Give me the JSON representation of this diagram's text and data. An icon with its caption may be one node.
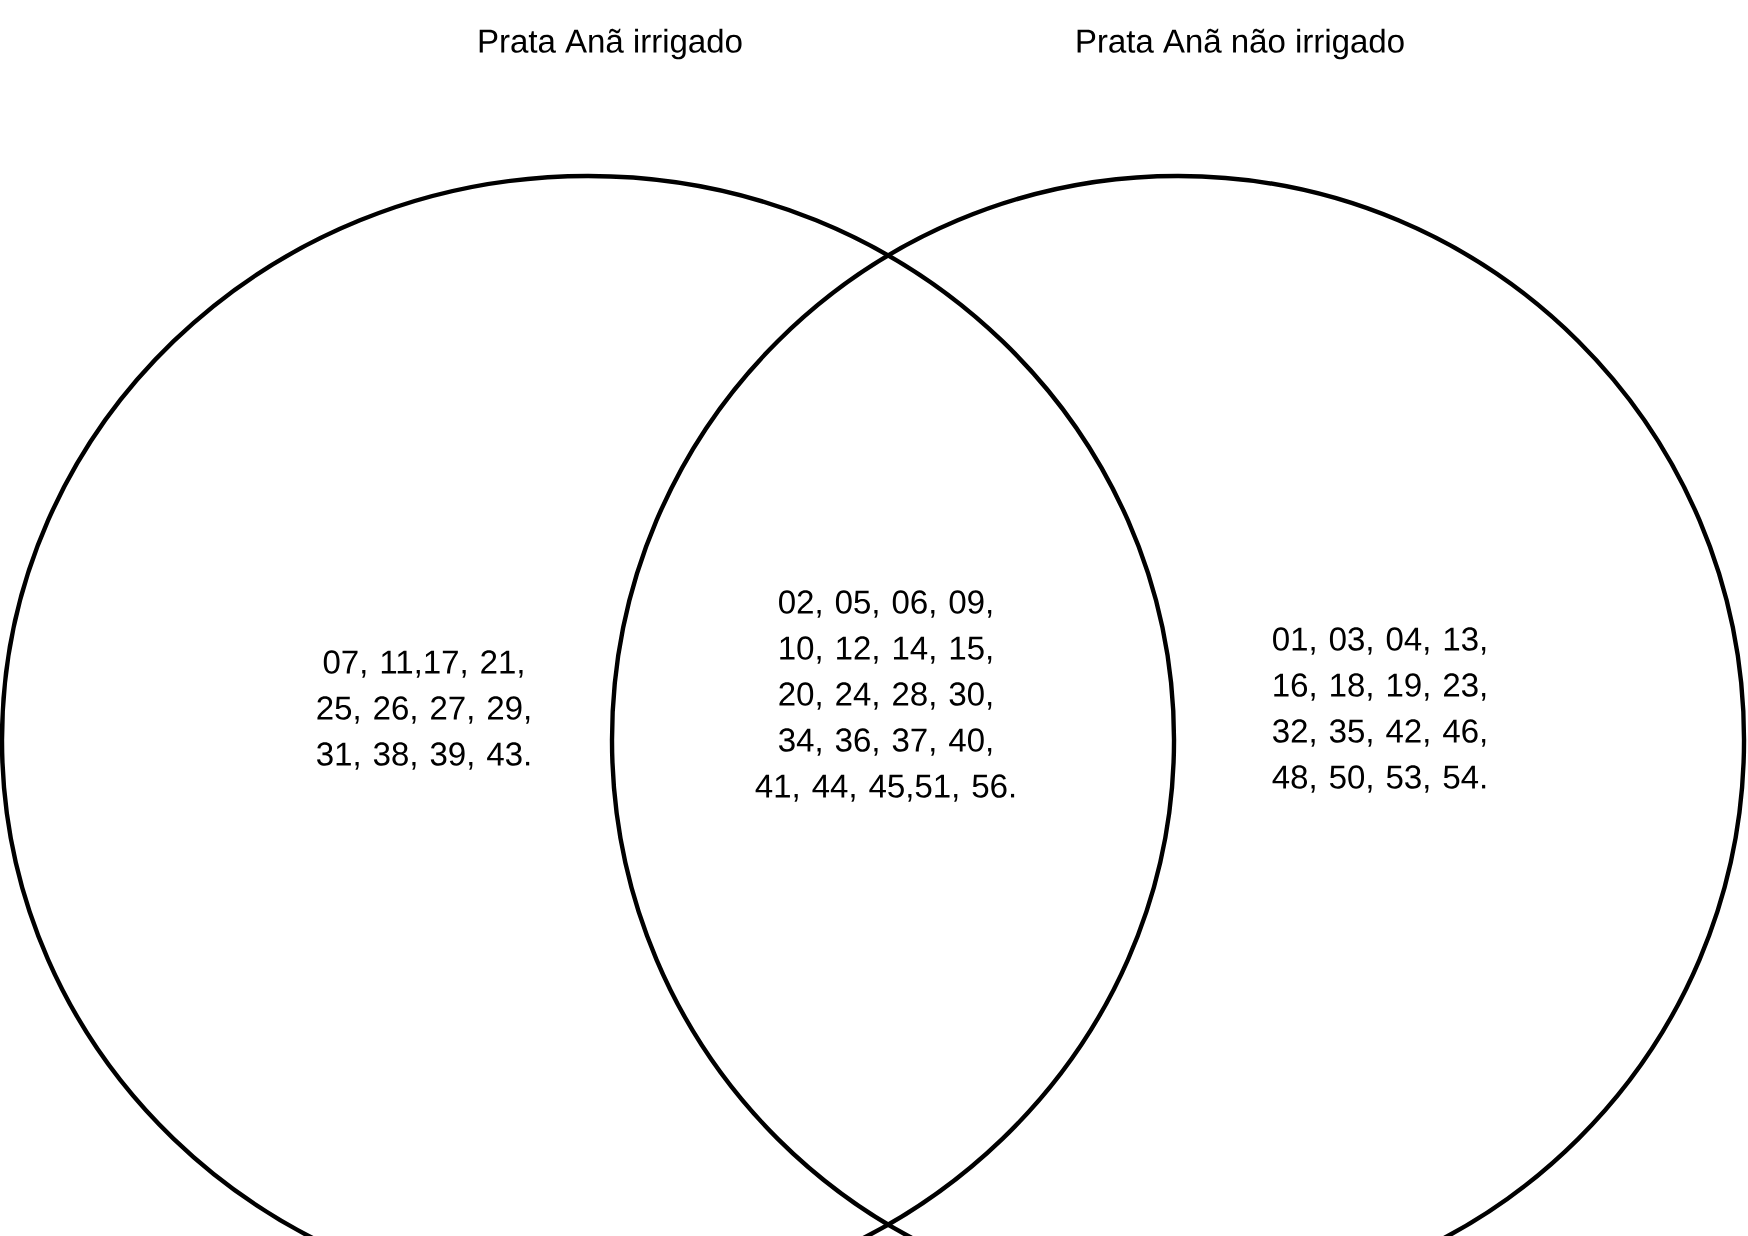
{
  "diagram": {
    "nodes": [
      {
        "text": [
          "Prata Anã irrigado",
          "07, 11,17, 21, 25, 26, 27, 29, 31, 38, 39, 43."
        ]
      },
      {
        "text": [
          "Prata Anã não irrigado",
          "01, 03, 04, 13, 16, 18, 19, 23, 32, 35, 42, 46, 48, 50, 53, 54."
        ]
      }
    ],
    "edges": [],
    "labels": [
      "02, 05, 06, 09, 10, 12, 14, 15, 20, 24, 28, 30, 34, 36, 37, 40, 41, 44, 45,51, 56."
    ]
  }
}
